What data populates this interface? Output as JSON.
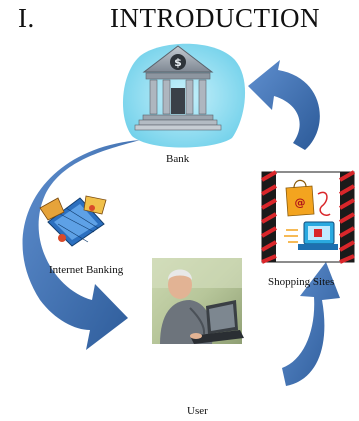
{
  "heading": {
    "number": "I.",
    "text": "INTRODUCTION"
  },
  "nodes": {
    "bank": {
      "label": "Bank",
      "icon": "bank-building-icon"
    },
    "internet_banking": {
      "label": "Internet Banking",
      "icon": "internet-banking-icon"
    },
    "shopping_sites": {
      "label": "Shopping Sites",
      "icon": "shopping-sites-icon"
    },
    "user": {
      "label": "User",
      "icon": "user-at-laptop-icon"
    }
  },
  "colors": {
    "arrow": "#3a68a8",
    "bank_halo": "#7fd8ee",
    "bank_body": "#9aa3ad",
    "shop_red": "#d9262a",
    "shop_dark": "#1a1a1a"
  }
}
